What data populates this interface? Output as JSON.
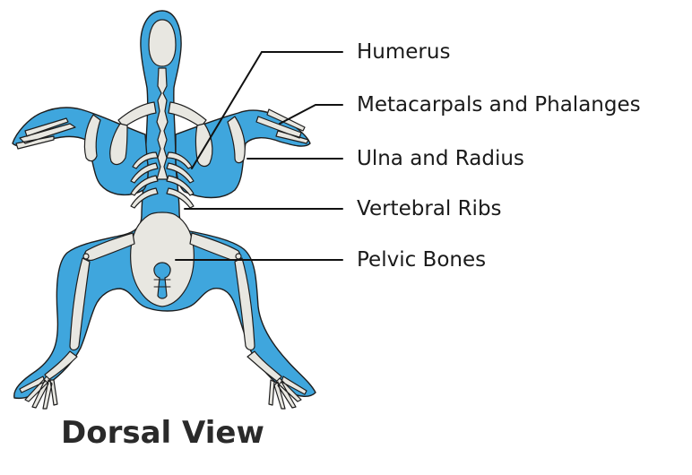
{
  "title": "Dorsal View",
  "labels": {
    "humerus": "Humerus",
    "metacarpals": "Metacarpals and Phalanges",
    "ulna_radius": "Ulna and Radius",
    "vertebral_ribs": "Vertebral Ribs",
    "pelvic": "Pelvic Bones"
  },
  "colors": {
    "body": "#3fa6dd",
    "bone": "#e8e7e1",
    "outline": "#1e1e1e",
    "leader": "#111111"
  }
}
